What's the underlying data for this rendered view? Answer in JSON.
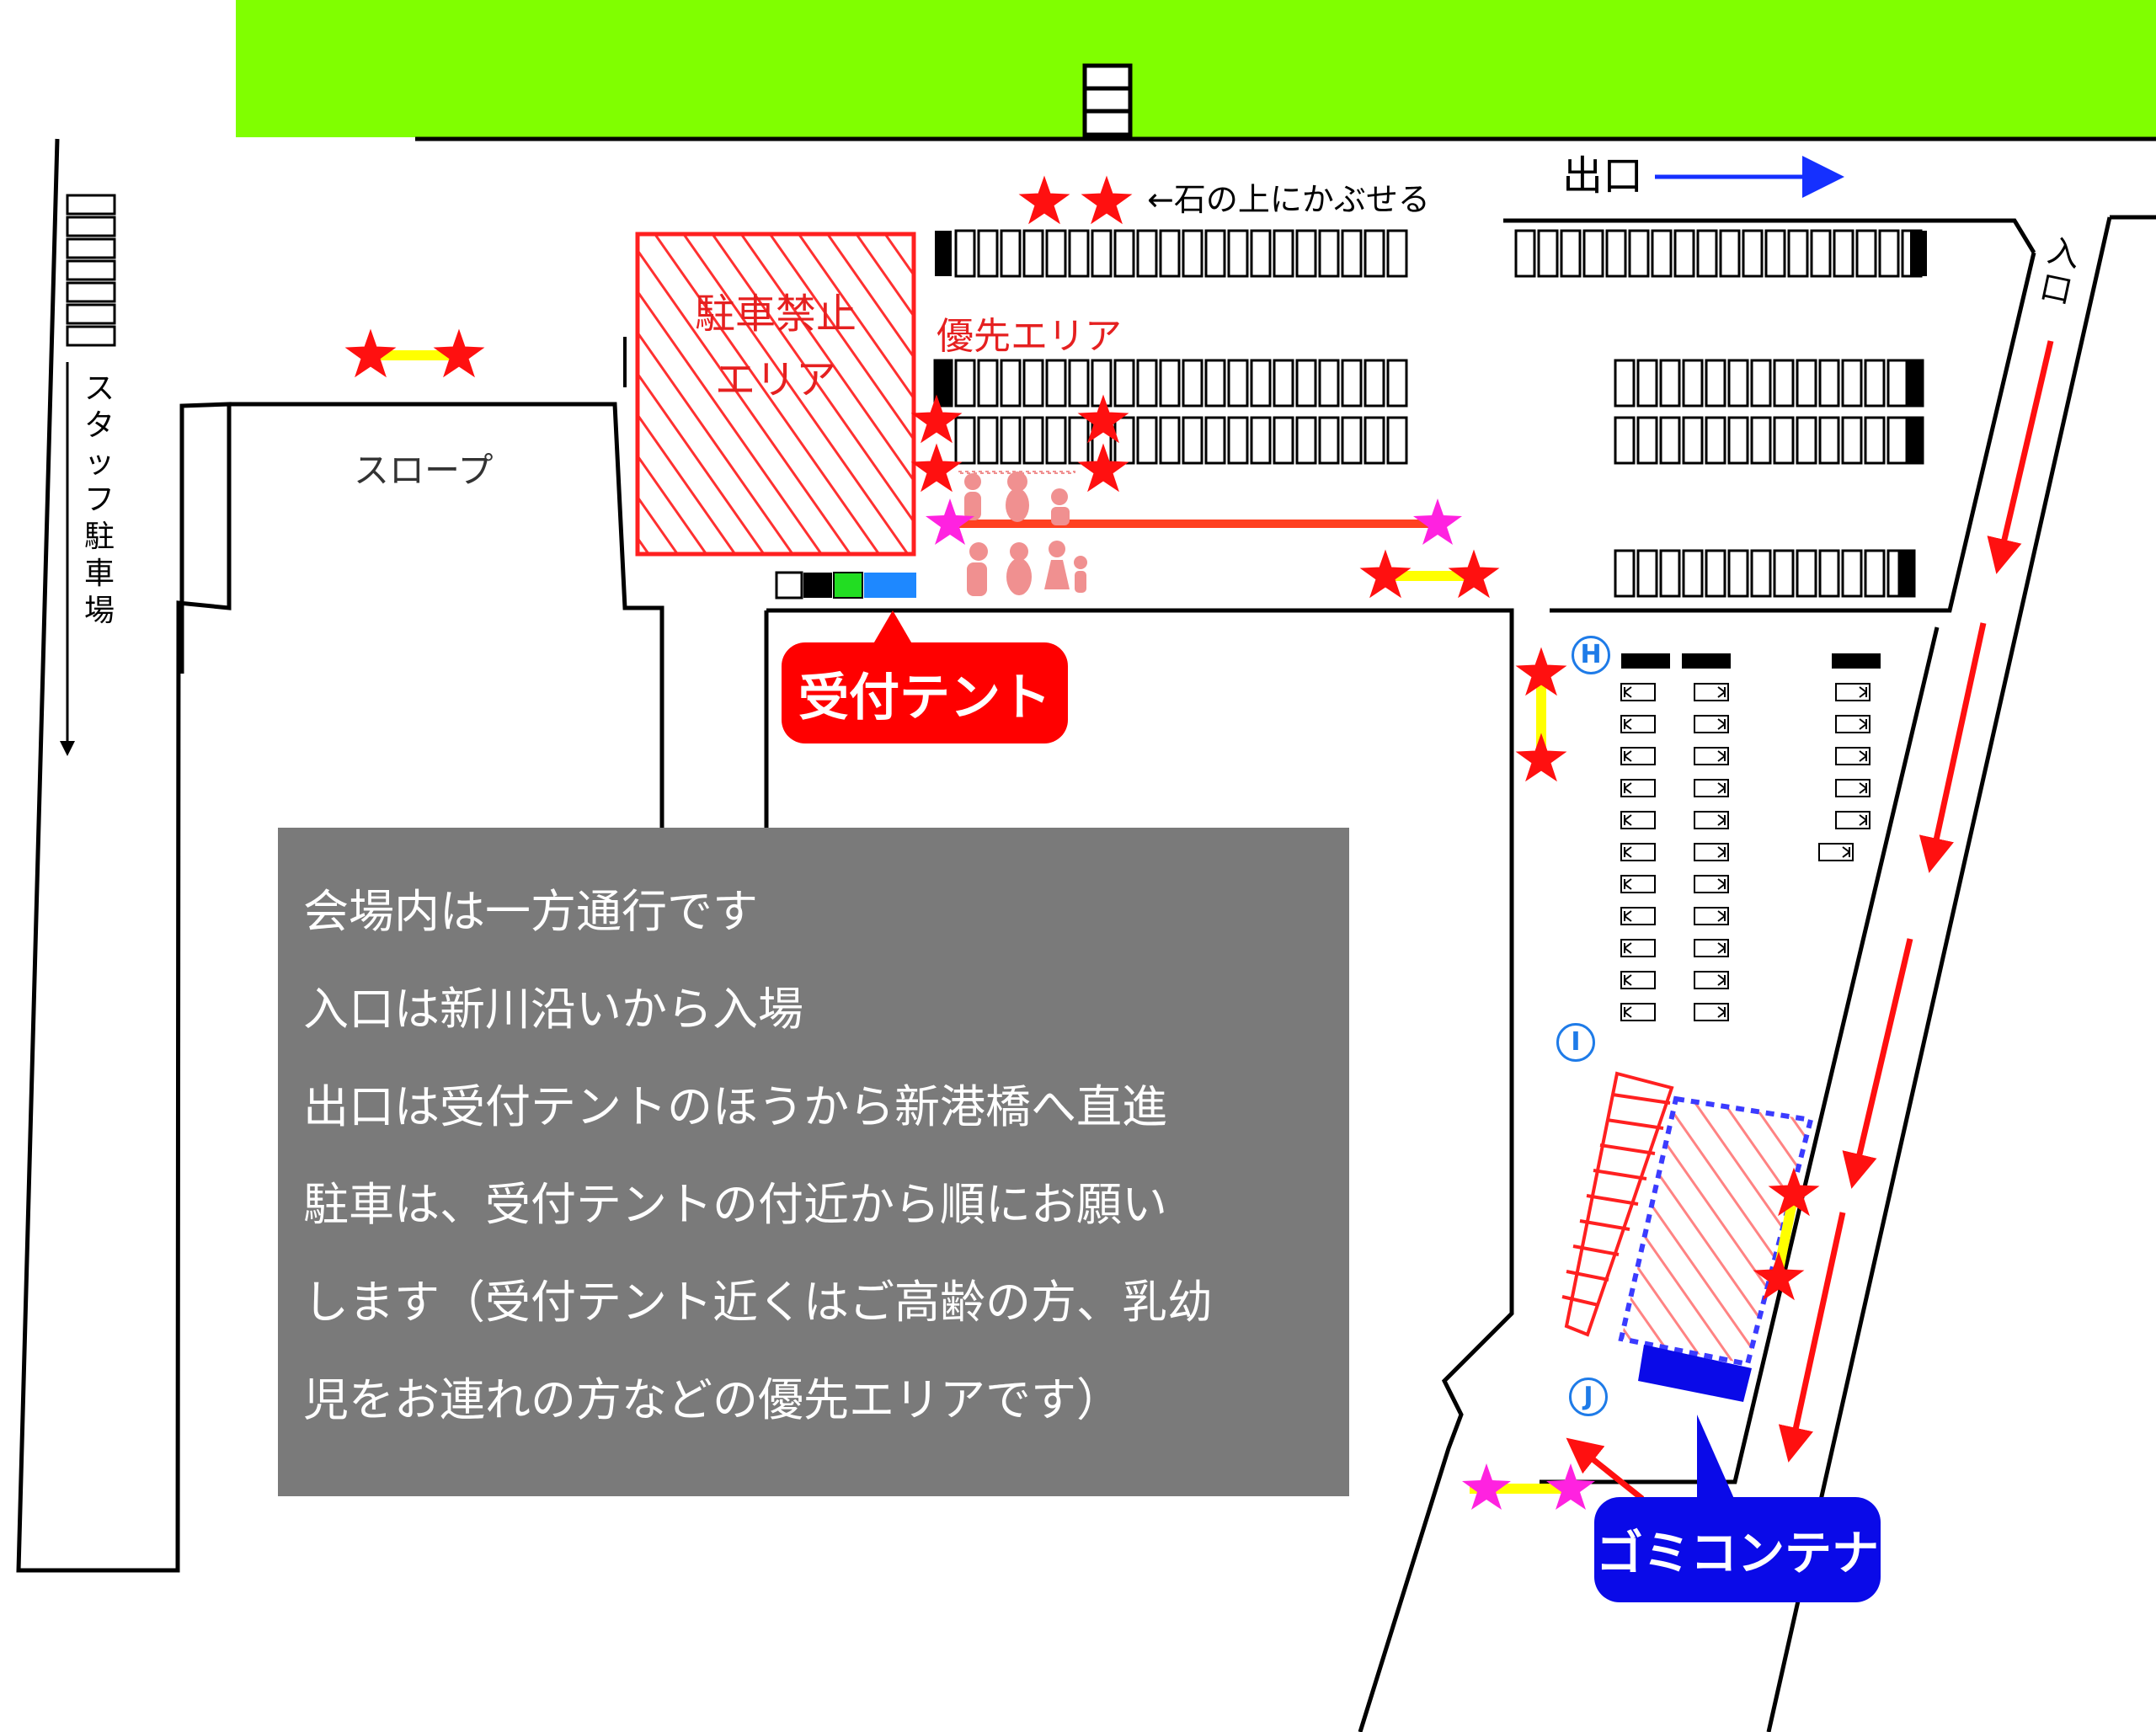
{
  "map": {
    "exit_label": "出口",
    "entrance_label": "入口",
    "stone_note": "←石の上にかぶせる",
    "staff_parking_label": "スタッフ駐車場",
    "slope_label": "スロープ",
    "no_parking_area": [
      "駐車禁止",
      "エリア"
    ],
    "priority_area_label": "優先エリア",
    "reception_tent_label": "受付テント",
    "trash_container_label": "ゴミコンテナ",
    "zone_markers": [
      "H",
      "I",
      "J"
    ],
    "notice_lines": [
      "会場内は一方通行です",
      "入口は新川沿いから入場",
      "出口は受付テントのほうから新港橋へ直進",
      "駐車は、受付テントの付近から順にお願い",
      "します（受付テント近くはご高齢の方、乳幼",
      "児をお連れの方などの優先エリアです）"
    ]
  },
  "colors": {
    "green_area": "#80ff00",
    "marker_red": "#ff1010",
    "marker_magenta": "#ff22e0",
    "connector_yellow": "#ffff00",
    "exit_arrow": "#1530ff",
    "route_arrow": "#ff1010",
    "zone_marker_blue": "#1e7be8",
    "trash_blue": "#0a0ae8",
    "notice_bg": "#7a7a7a"
  }
}
